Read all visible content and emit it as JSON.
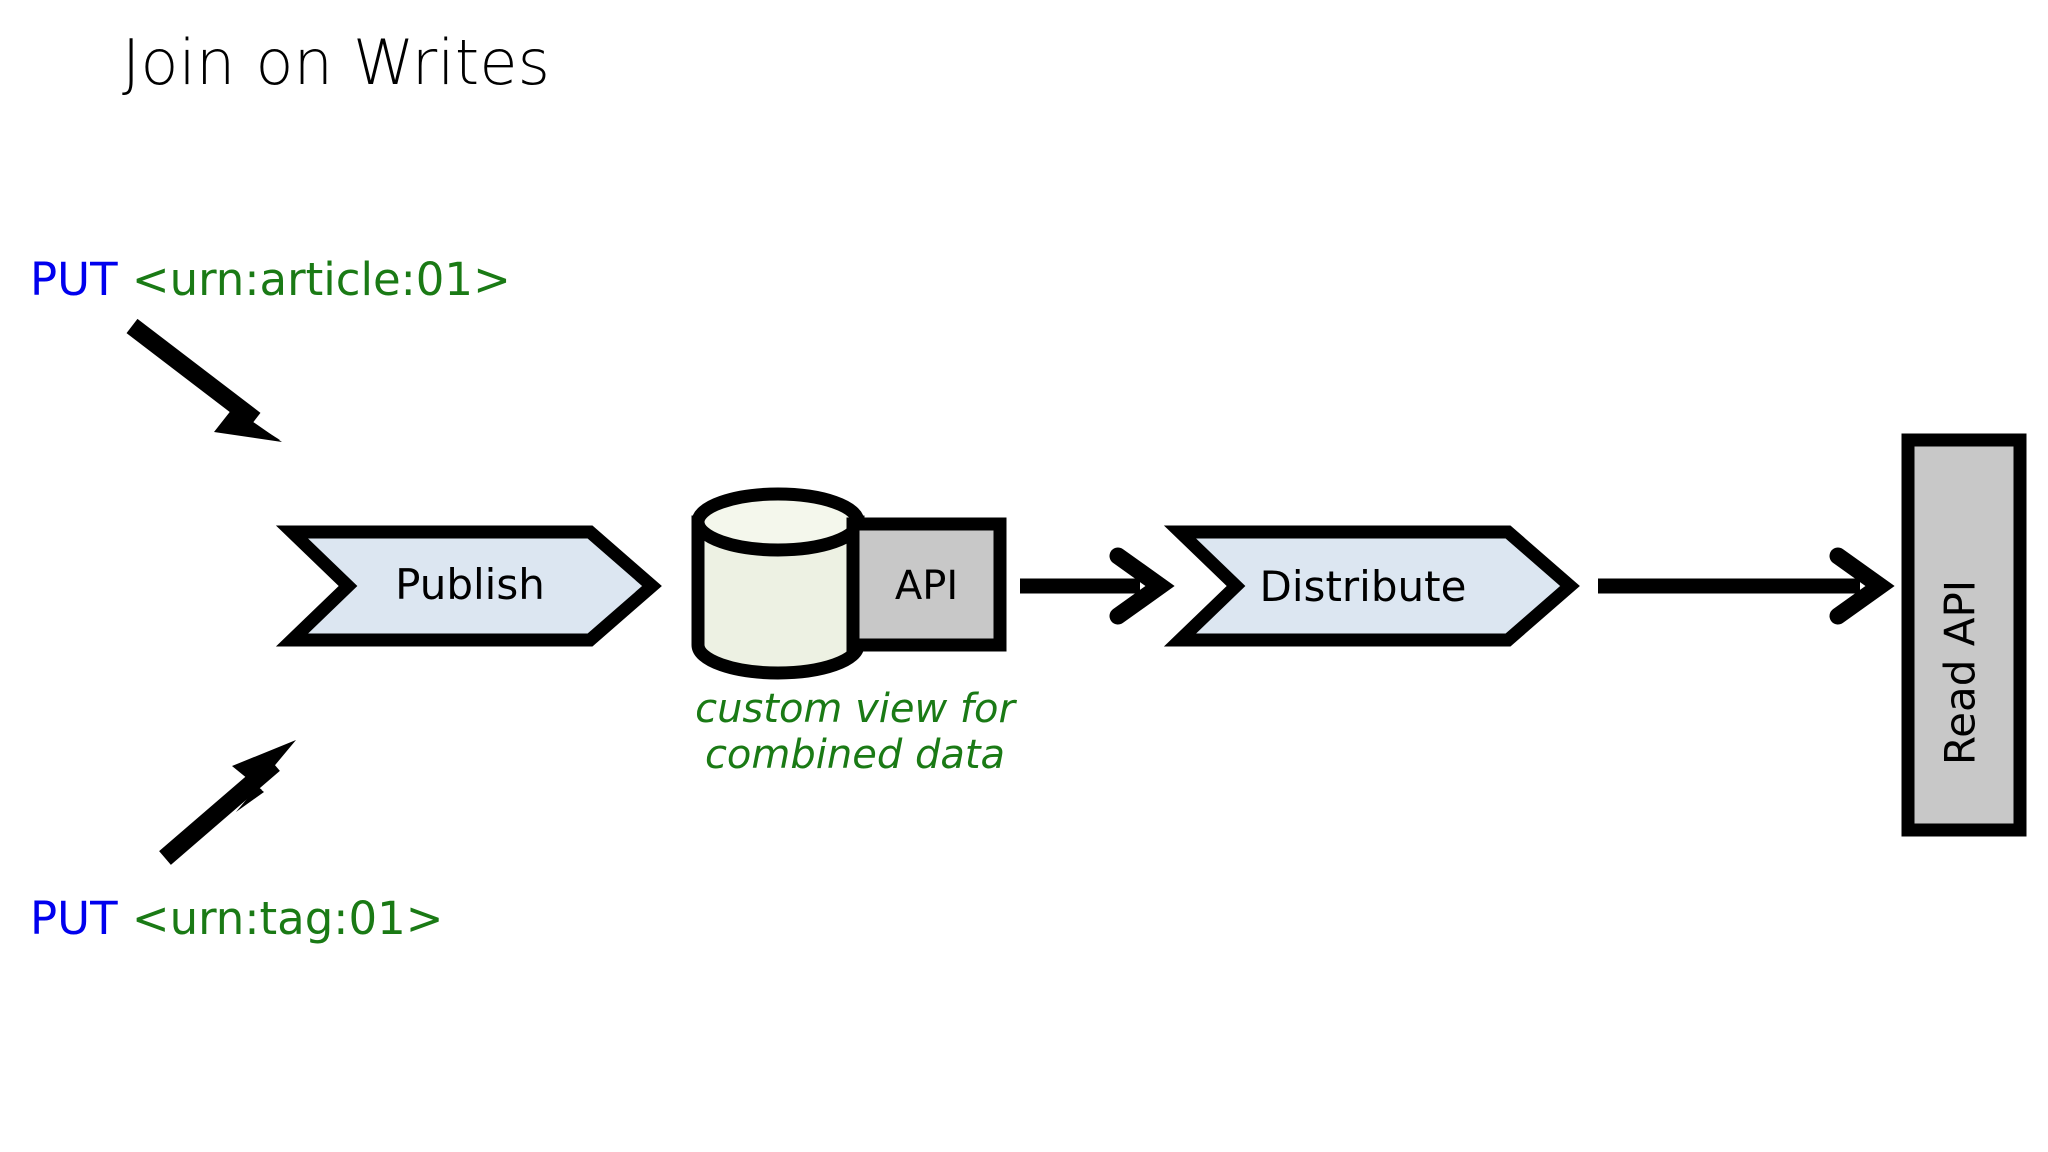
{
  "slide": {
    "title": "Join on Writes",
    "background_color": "#ffffff"
  },
  "colors": {
    "put_verb": "#0000ee",
    "put_urn": "#1a7a15",
    "caption": "#1a7a15",
    "process_fill": "#dce6f1",
    "datastore_fill": "#edf1e3",
    "api_fill": "#c8c8c8",
    "stroke": "#000000"
  },
  "writes": [
    {
      "verb": "PUT",
      "urn": "<urn:article:01>"
    },
    {
      "verb": "PUT",
      "urn": "<urn:tag:01>"
    }
  ],
  "nodes": {
    "publish": {
      "label": "Publish",
      "shape": "chevron"
    },
    "datastore": {
      "label": "",
      "shape": "cylinder"
    },
    "api": {
      "label": "API",
      "shape": "rectangle"
    },
    "distribute": {
      "label": "Distribute",
      "shape": "chevron"
    },
    "read_api": {
      "label": "Read API",
      "shape": "rectangle-vertical"
    }
  },
  "annotations": {
    "datastore_caption_line1": "custom view for",
    "datastore_caption_line2": "combined data"
  },
  "arrows": [
    {
      "name": "put-article-to-publish",
      "direction": "down-right"
    },
    {
      "name": "put-tag-to-publish",
      "direction": "up-right"
    },
    {
      "name": "api-to-distribute",
      "direction": "right"
    },
    {
      "name": "distribute-to-read-api",
      "direction": "right"
    }
  ]
}
